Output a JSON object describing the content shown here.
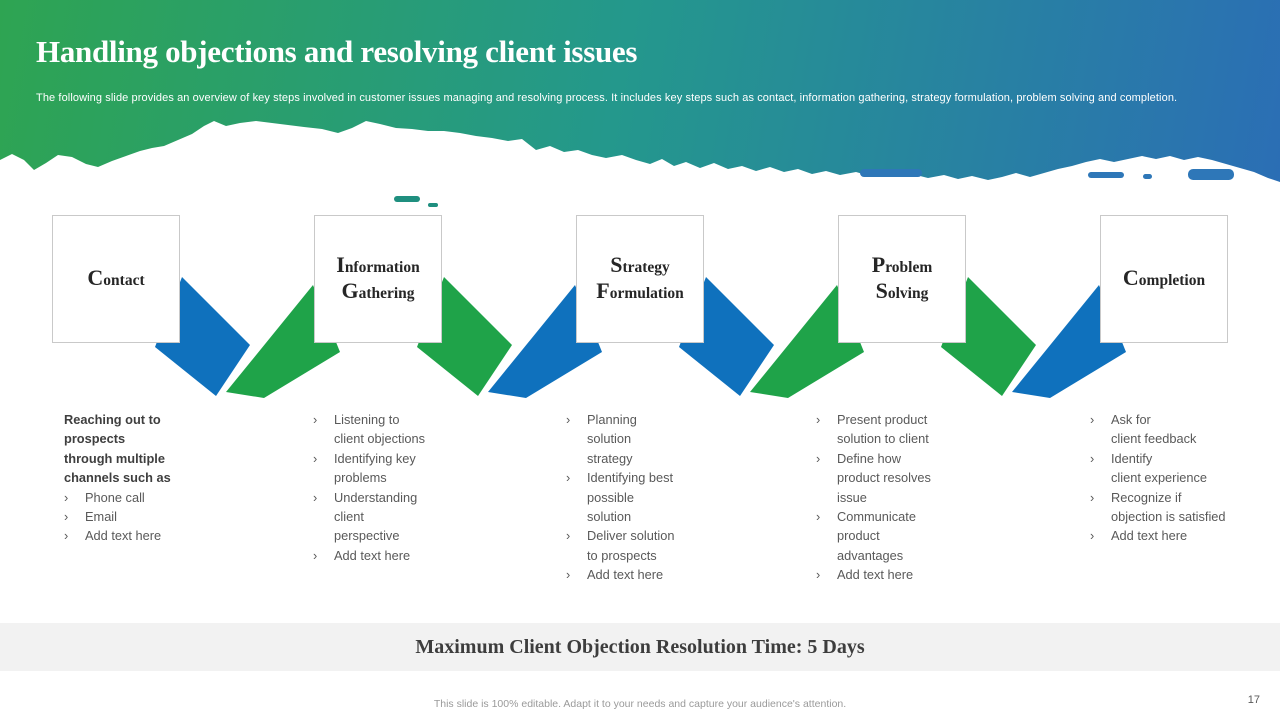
{
  "slide": {
    "title": "Handling objections and resolving client issues",
    "subtitle": "The following slide provides an overview of key steps involved in customer issues managing and resolving process. It includes key steps such as contact, information gathering, strategy formulation, problem solving and completion.",
    "banner": "Maximum Client Objection Resolution Time: 5 Days",
    "footer_note": "This slide is 100% editable. Adapt it to your needs and capture your audience's attention.",
    "page_number": "17"
  },
  "icons": {
    "bullet_glyph": "›"
  },
  "colors": {
    "chevron_blue": "#0f71bd",
    "chevron_green": "#1fa349",
    "gradient_start": "#2ea452",
    "gradient_mid": "#24988c",
    "gradient_end": "#2b6eb5",
    "fragment_teal": "#1f8f7f",
    "fragment_blue": "#2e77b8",
    "banner_bg": "#f2f2f2"
  },
  "steps": [
    {
      "name": "contact",
      "title_lines": [
        "Contact"
      ],
      "intro_lines": [
        "Reaching out to",
        "prospects",
        "through multiple",
        "channels such as"
      ],
      "bullets": [
        [
          "Phone call"
        ],
        [
          "Email"
        ],
        [
          "Add text here"
        ]
      ]
    },
    {
      "name": "information-gathering",
      "title_lines": [
        "Information",
        "Gathering"
      ],
      "bullets": [
        [
          "Listening to",
          "client objections"
        ],
        [
          "Identifying key",
          "problems"
        ],
        [
          "Understanding",
          "client",
          "perspective"
        ],
        [
          "Add text here"
        ]
      ]
    },
    {
      "name": "strategy-formulation",
      "title_lines": [
        "Strategy",
        "Formulation"
      ],
      "bullets": [
        [
          "Planning",
          "solution",
          "strategy"
        ],
        [
          "Identifying best",
          "possible",
          "solution"
        ],
        [
          "Deliver solution",
          "to prospects"
        ],
        [
          "Add text here"
        ]
      ]
    },
    {
      "name": "problem-solving",
      "title_lines": [
        "Problem",
        "Solving"
      ],
      "bullets": [
        [
          "Present product",
          "solution to client"
        ],
        [
          "Define how",
          "product resolves",
          "issue"
        ],
        [
          "Communicate",
          "product",
          "advantages"
        ],
        [
          "Add text here"
        ]
      ]
    },
    {
      "name": "completion",
      "title_lines": [
        "Completion"
      ],
      "bullets": [
        [
          "Ask for",
          "client feedback"
        ],
        [
          "Identify",
          "client experience"
        ],
        [
          "Recognize if",
          "objection is satisfied"
        ],
        [
          "Add text here"
        ]
      ]
    }
  ]
}
